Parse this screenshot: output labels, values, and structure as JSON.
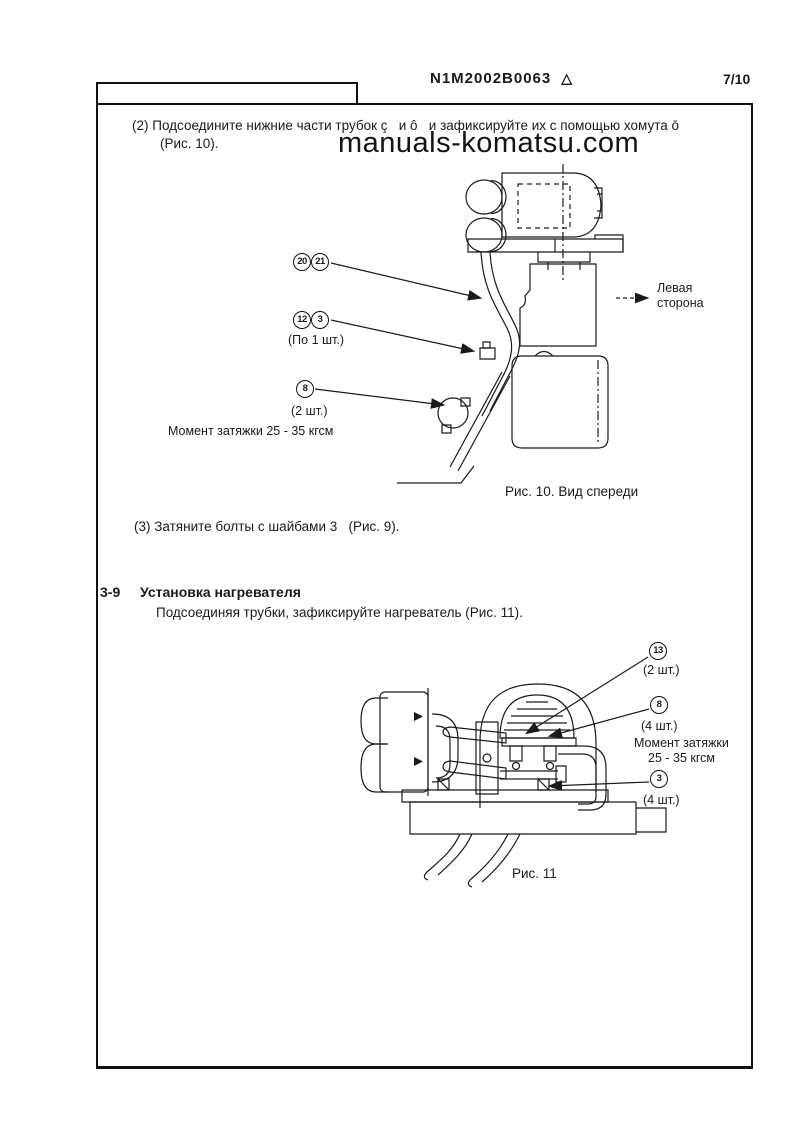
{
  "header": {
    "doc_code": "N1M2002B0063",
    "revision_mark": "△",
    "page_number": "7/10"
  },
  "watermark": "manuals-komatsu.com",
  "step2": {
    "line1": "(2) Подсоедините нижние части трубок ç   и ô   и зафиксируйте их с помощью хомута ō",
    "line2": "(Рис. 10)."
  },
  "fig10": {
    "callout_20": "20",
    "callout_21": "21",
    "callout_12": "12",
    "callout_3": "3",
    "callout_8": "8",
    "qty_per_one": "(По 1 шт.)",
    "qty_two": "(2 шт.)",
    "torque_note": "Момент затяжки 25 - 35 кгсм",
    "left_side_line1": "Левая",
    "left_side_line2": "сторона",
    "caption": "Рис. 10. Вид спереди"
  },
  "step3": {
    "text": "(3) Затяните болты с шайбами 3   (Рис. 9)."
  },
  "section_3_9": {
    "number": "3-9",
    "title": "Установка нагревателя",
    "body": "Подсоединяя трубки, зафиксируйте нагреватель (Рис. 11)."
  },
  "fig11": {
    "callout_13": "13",
    "qty_13": "(2 шт.)",
    "callout_8": "8",
    "qty_8": "(4 шт.)",
    "torque_line1": "Момент затяжки",
    "torque_line2": "25 - 35 кгсм",
    "callout_3": "3",
    "qty_3": "(4 шт.)",
    "caption": "Рис. 11"
  }
}
